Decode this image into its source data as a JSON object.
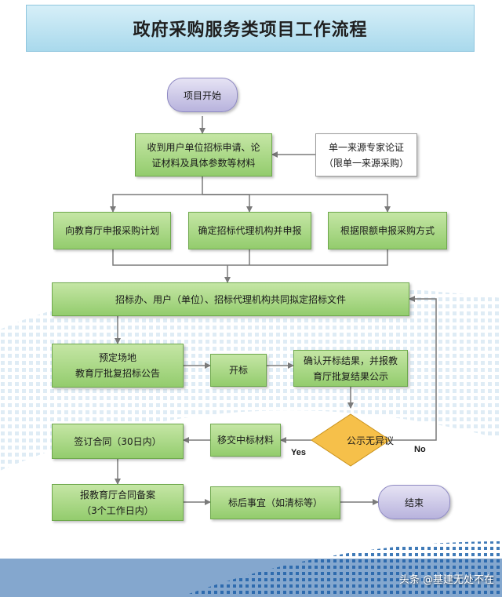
{
  "title": "政府采购服务类项目工作流程",
  "nodes": {
    "start": "项目开始",
    "receive": [
      "收到用户单位招标申请、论",
      "证材料及具体参数等材料"
    ],
    "single_source": [
      "单一来源专家论证",
      "（限单一来源采购）"
    ],
    "report_plan": "向教育厅申报采购计划",
    "agency": "确定招标代理机构并申报",
    "method": "根据限额申报采购方式",
    "draft": "招标办、用户（单位）、招标代理机构共同拟定招标文件",
    "venue": [
      "预定场地",
      "教育厅批复招标公告"
    ],
    "open": "开标",
    "confirm": [
      "确认开标结果，并报教",
      "育厅批复结果公示"
    ],
    "publicity": "公示无异议",
    "transfer": "移交中标材料",
    "contract": "签订合同（30日内）",
    "filing": [
      "报教育厅合同备案",
      "（3个工作日内）"
    ],
    "after": "标后事宜（如清标等）",
    "end": "结束"
  },
  "edge_labels": {
    "yes": "Yes",
    "no": "No"
  },
  "footer": "头条 @基建无处不在",
  "colors": {
    "box_fill": "#a9d88a",
    "box_border": "#6ea84c",
    "pill_fill": "#c9c5e8",
    "diamond_fill": "#f6c04a",
    "title_bar": "#bfe3f2",
    "arrow": "#7a7a7a"
  }
}
